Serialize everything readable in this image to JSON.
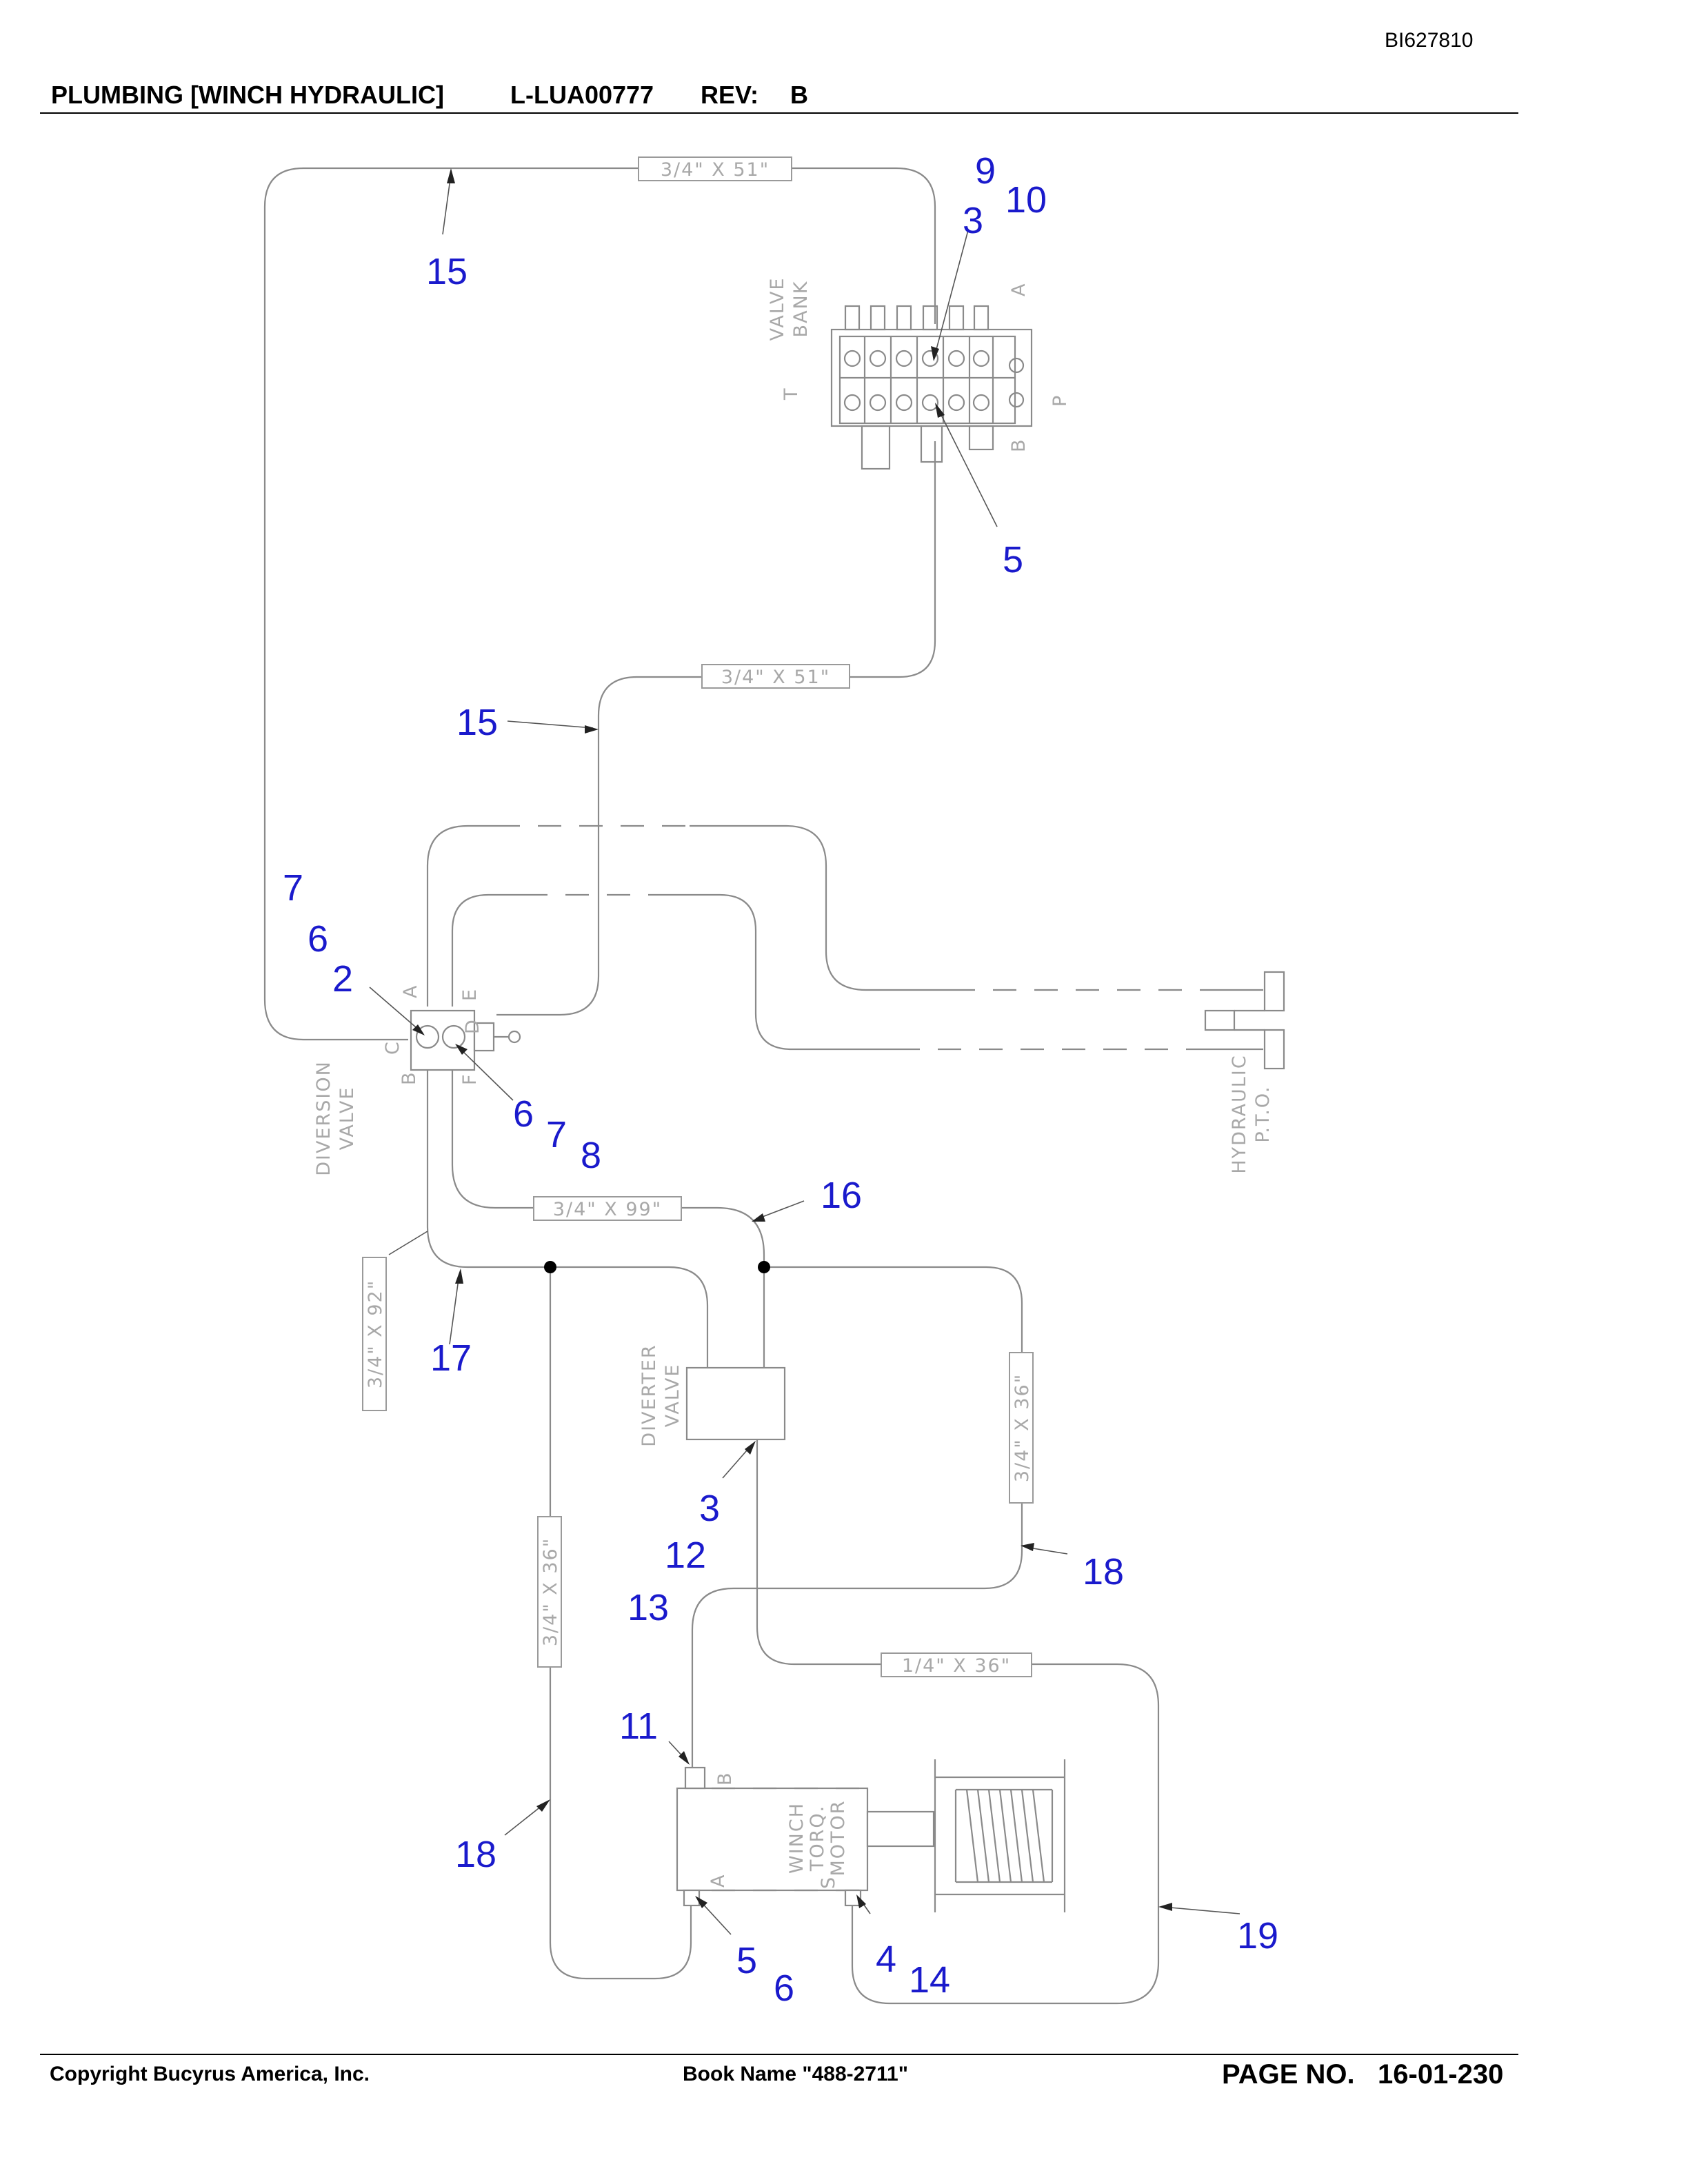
{
  "header": {
    "doc_id": "BI627810",
    "title": "PLUMBING [WINCH HYDRAULIC]",
    "part_number": "L-LUA00777",
    "rev_label": "REV:",
    "rev_value": "B"
  },
  "footer": {
    "copyright": "Copyright Bucyrus America, Inc.",
    "book_name": "Book Name \"488-2711\"",
    "page_label": "PAGE NO.",
    "page_number": "16-01-230"
  },
  "components": {
    "valve_bank": [
      "VALVE",
      "BANK"
    ],
    "diversion_valve": [
      "DIVERSION",
      "VALVE"
    ],
    "diverter_valve": [
      "DIVERTER",
      "VALVE"
    ],
    "hydraulic_pto": [
      "HYDRAULIC",
      "P.T.O."
    ],
    "winch_motor": [
      "WINCH",
      "TORQ.",
      "MOTOR"
    ]
  },
  "port_labels": {
    "valve_bank_a": "A",
    "valve_bank_b": "B",
    "valve_bank_t": "T",
    "valve_bank_p": "P",
    "diversion_a": "A",
    "diversion_b": "B",
    "diversion_c": "C",
    "diversion_d": "D",
    "diversion_e": "E",
    "diversion_f": "F",
    "motor_a": "A",
    "motor_b": "B",
    "motor_s": "S"
  },
  "hose_tags": {
    "top_15": "3/4\" X 51\"",
    "mid_15": "3/4\" X 51\"",
    "hose_16": "3/4\" X 99\"",
    "hose_17": "3/4\" X 92\"",
    "hose_18_right": "3/4\" X 36\"",
    "hose_18_left": "3/4\" X 36\"",
    "hose_19": "1/4\" X 36\""
  },
  "callouts": {
    "c15_top": "15",
    "c9": "9",
    "c10": "10",
    "c3_top": "3",
    "c5_top": "5",
    "c15_mid": "15",
    "c7_left": "7",
    "c6_left": "6",
    "c2": "2",
    "c6_mid": "6",
    "c7_mid": "7",
    "c8": "8",
    "c16": "16",
    "c17": "17",
    "c3_low": "3",
    "c12": "12",
    "c13": "13",
    "c18_right": "18",
    "c11": "11",
    "c18_left": "18",
    "c5_low": "5",
    "c6_low": "6",
    "c4": "4",
    "c14": "14",
    "c19": "19"
  },
  "colors": {
    "callout": "#1a1acc",
    "pipe": "#8a8a8a",
    "label": "#a8a8a8"
  }
}
